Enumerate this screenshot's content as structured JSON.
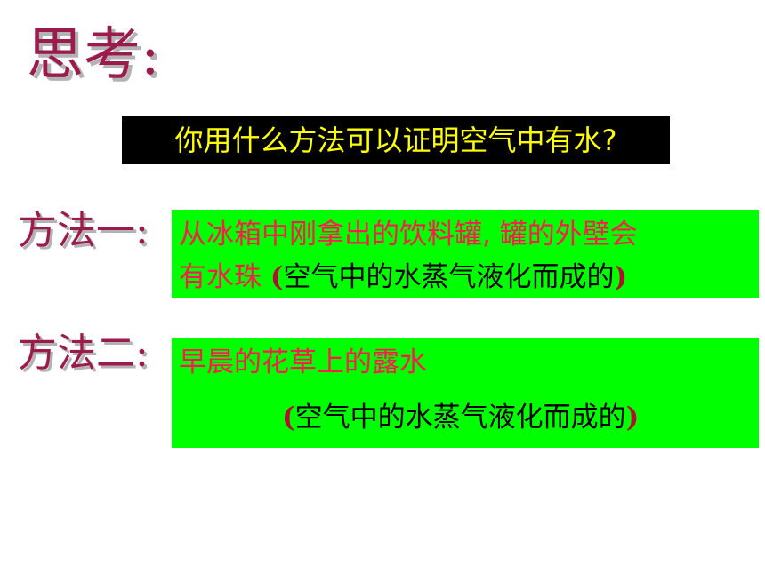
{
  "title": "思考:",
  "question": "你用什么方法可以证明空气中有水?",
  "methods": [
    {
      "label": "方法一:",
      "line1": "从冰箱中刚拿出的饮料罐, 罐的外壁会",
      "line2_red": "有水珠 ",
      "paren_open": "(",
      "explanation": "空气中的水蒸气液化而成的",
      "paren_close": ")"
    },
    {
      "label": "方法二:",
      "line1": "早晨的花草上的露水",
      "paren_open": "(",
      "explanation": "空气中的水蒸气液化而成的",
      "paren_close": ")"
    }
  ],
  "colors": {
    "title": "#9b1b4d",
    "question_bg": "#000000",
    "question_text": "#ffff00",
    "answer_bg": "#00ff00",
    "answer_red": "#ff1a4d"
  }
}
